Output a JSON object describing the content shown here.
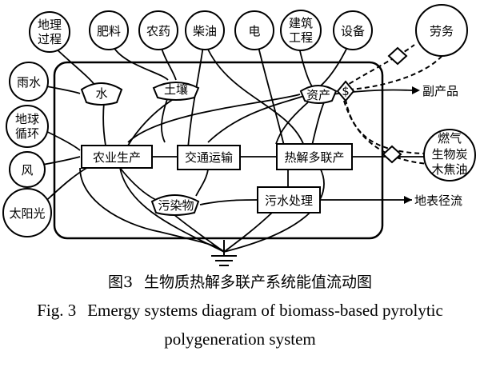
{
  "sources": {
    "geo": [
      "地理",
      "过程"
    ],
    "fertilizer": "肥料",
    "pesticide": "农药",
    "diesel": "柴油",
    "electricity": "电",
    "construction": [
      "建筑",
      "工程"
    ],
    "equipment": "设备",
    "labor": "劳务",
    "rain": "雨水",
    "earth_cycle": [
      "地球",
      "循环"
    ],
    "wind": "风",
    "sun": "太阳光"
  },
  "storages": {
    "water": "水",
    "soil": "土壤",
    "assets": "资产",
    "pollutants": "污染物"
  },
  "processes": {
    "agri": "农业生产",
    "transport": "交通运输",
    "pyrolysis": "热解多联产",
    "wastewater": "污水处理"
  },
  "money_symbol": "$",
  "outputs": {
    "byproduct": "副产品",
    "products": [
      "燃气",
      "生物炭",
      "木焦油"
    ],
    "runoff": "地表径流"
  },
  "caption": {
    "cn_label": "图3",
    "cn_title": "生物质热解多联产系统能值流动图",
    "en_label": "Fig. 3",
    "en_title_line1": "Emergy systems diagram of biomass-based pyrolytic",
    "en_title_line2": "polygeneration system"
  }
}
